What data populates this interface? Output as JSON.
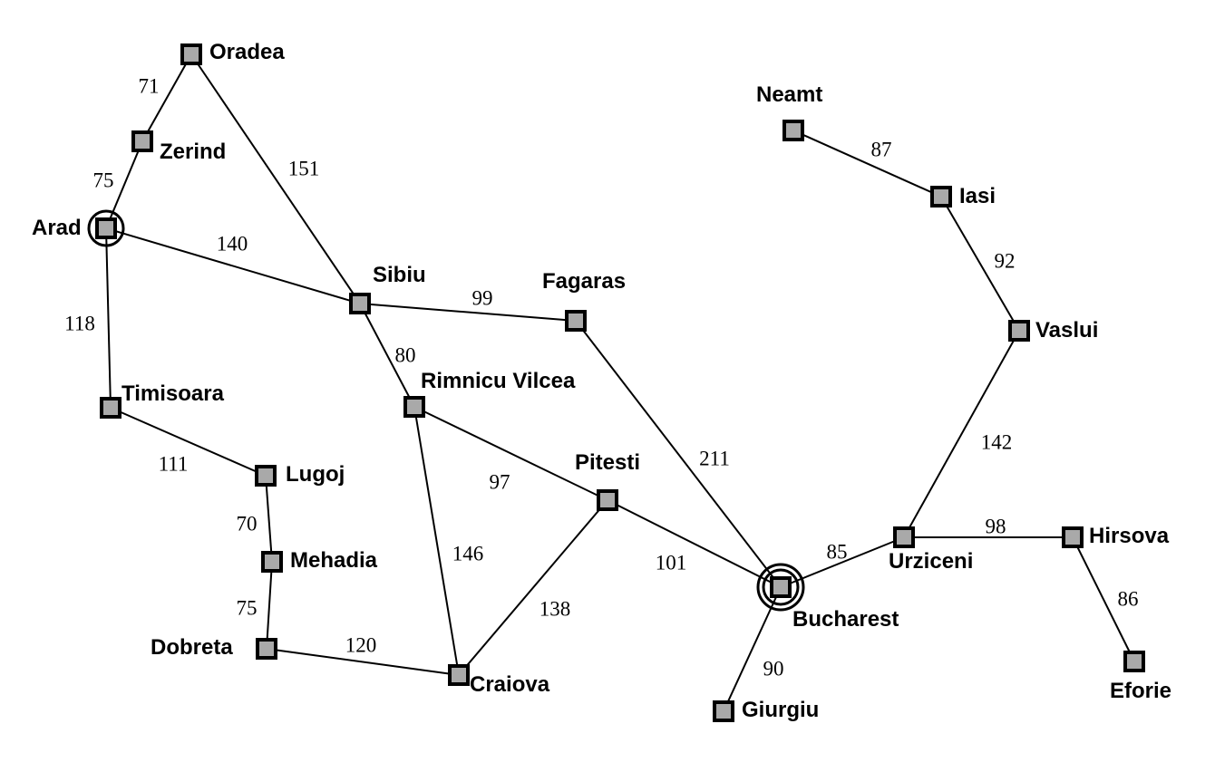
{
  "map": {
    "start_city": "Arad",
    "goal_city": "Bucharest",
    "cities": [
      {
        "id": "oradea",
        "name": "Oradea"
      },
      {
        "id": "zerind",
        "name": "Zerind"
      },
      {
        "id": "arad",
        "name": "Arad"
      },
      {
        "id": "sibiu",
        "name": "Sibiu"
      },
      {
        "id": "fagaras",
        "name": "Fagaras"
      },
      {
        "id": "timisoara",
        "name": "Timisoara"
      },
      {
        "id": "lugoj",
        "name": "Lugoj"
      },
      {
        "id": "mehadia",
        "name": "Mehadia"
      },
      {
        "id": "dobreta",
        "name": "Dobreta"
      },
      {
        "id": "rimnicu",
        "name": "Rimnicu Vilcea"
      },
      {
        "id": "pitesti",
        "name": "Pitesti"
      },
      {
        "id": "craiova",
        "name": "Craiova"
      },
      {
        "id": "bucharest",
        "name": "Bucharest"
      },
      {
        "id": "giurgiu",
        "name": "Giurgiu"
      },
      {
        "id": "urziceni",
        "name": "Urziceni"
      },
      {
        "id": "hirsova",
        "name": "Hirsova"
      },
      {
        "id": "eforie",
        "name": "Eforie"
      },
      {
        "id": "vaslui",
        "name": "Vaslui"
      },
      {
        "id": "iasi",
        "name": "Iasi"
      },
      {
        "id": "neamt",
        "name": "Neamt"
      }
    ],
    "roads": [
      {
        "from": "oradea",
        "to": "zerind",
        "distance": "71"
      },
      {
        "from": "zerind",
        "to": "arad",
        "distance": "75"
      },
      {
        "from": "oradea",
        "to": "sibiu",
        "distance": "151"
      },
      {
        "from": "arad",
        "to": "sibiu",
        "distance": "140"
      },
      {
        "from": "arad",
        "to": "timisoara",
        "distance": "118"
      },
      {
        "from": "sibiu",
        "to": "fagaras",
        "distance": "99"
      },
      {
        "from": "sibiu",
        "to": "rimnicu",
        "distance": "80"
      },
      {
        "from": "timisoara",
        "to": "lugoj",
        "distance": "111"
      },
      {
        "from": "lugoj",
        "to": "mehadia",
        "distance": "70"
      },
      {
        "from": "mehadia",
        "to": "dobreta",
        "distance": "75"
      },
      {
        "from": "dobreta",
        "to": "craiova",
        "distance": "120"
      },
      {
        "from": "rimnicu",
        "to": "craiova",
        "distance": "146"
      },
      {
        "from": "rimnicu",
        "to": "pitesti",
        "distance": "97"
      },
      {
        "from": "craiova",
        "to": "pitesti",
        "distance": "138"
      },
      {
        "from": "fagaras",
        "to": "bucharest",
        "distance": "211"
      },
      {
        "from": "pitesti",
        "to": "bucharest",
        "distance": "101"
      },
      {
        "from": "bucharest",
        "to": "giurgiu",
        "distance": "90"
      },
      {
        "from": "bucharest",
        "to": "urziceni",
        "distance": "85"
      },
      {
        "from": "urziceni",
        "to": "hirsova",
        "distance": "98"
      },
      {
        "from": "hirsova",
        "to": "eforie",
        "distance": "86"
      },
      {
        "from": "urziceni",
        "to": "vaslui",
        "distance": "142"
      },
      {
        "from": "vaslui",
        "to": "iasi",
        "distance": "92"
      },
      {
        "from": "iasi",
        "to": "neamt",
        "distance": "87"
      }
    ]
  }
}
